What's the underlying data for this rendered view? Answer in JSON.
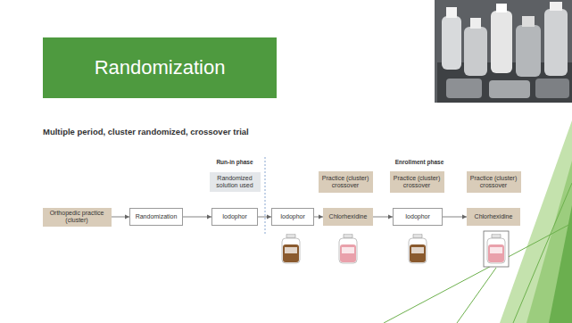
{
  "diagram": {
    "title": "Randomization",
    "nodes": [
      {
        "text": [
          "Randomized solution used"
        ]
      },
      {
        "text": [
          "Practice (cluster) crossover"
        ]
      },
      {
        "text": [
          "Practice (cluster) crossover"
        ]
      },
      {
        "text": [
          "Practice (cluster) crossover"
        ]
      },
      {
        "text": [
          "Orthopedic practice (cluster)"
        ]
      },
      {
        "text": [
          "Randomization"
        ]
      },
      {
        "text": [
          "Iodophor"
        ]
      },
      {
        "text": [
          "Iodophor"
        ]
      },
      {
        "text": [
          "Chlorhexidine"
        ]
      },
      {
        "text": [
          "Iodophor"
        ]
      },
      {
        "text": [
          "Chlorhexidine"
        ]
      }
    ],
    "edges": [
      {
        "from": 4,
        "to": 5,
        "arrow": "to"
      },
      {
        "from": 5,
        "to": 6,
        "arrow": "to"
      },
      {
        "from": 6,
        "to": 7,
        "arrow": "to"
      },
      {
        "from": 7,
        "to": 8,
        "arrow": "to"
      },
      {
        "from": 8,
        "to": 9,
        "arrow": "to"
      },
      {
        "from": 9,
        "to": 10,
        "arrow": "to"
      }
    ],
    "labels": [
      "Multiple period, cluster randomized, crossover trial",
      "Run-in phase",
      "Enrollment phase"
    ]
  }
}
